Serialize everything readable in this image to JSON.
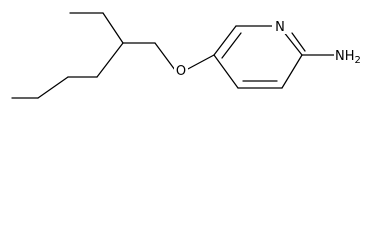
{
  "molecule": {
    "atoms": {
      "oxygen": "O",
      "nitrogen": "N",
      "amine": "NH",
      "amine_subscript": "2"
    },
    "colors": {
      "bond": "#000000",
      "label": "#000000",
      "background": "#ffffff"
    }
  }
}
